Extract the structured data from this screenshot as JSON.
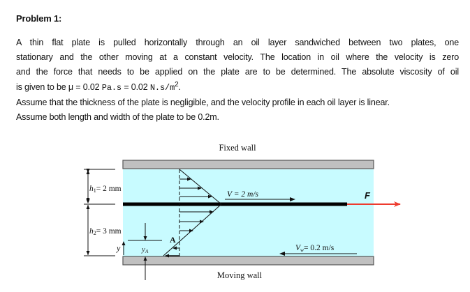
{
  "problem": {
    "title": "Problem 1:",
    "paragraph_lines": [
      "A thin flat plate is pulled horizontally through an oil layer sandwiched between two plates, one",
      "stationary and the other moving at a constant velocity. The location in oil where the velocity is zero",
      "and the force that needs to be applied on the plate are to be determined. The absolute viscosity of oil"
    ],
    "viscosity_prefix": "is given to be μ = 0.02 ",
    "viscosity_unit1": "Pa.s",
    "viscosity_mid": " = 0.02 ",
    "viscosity_unit2": "N.s/m",
    "viscosity_exp": "2",
    "viscosity_end": ".",
    "assumption_1": "Assume that the thickness of the plate is negligible, and the velocity profile in each oil layer is linear.",
    "assumption_2": "Assume both length and width of the plate to be 0.2m."
  },
  "diagram": {
    "fixed_wall_label": "Fixed wall",
    "moving_wall_label": "Moving wall",
    "h1_label": "h",
    "h1_sub": "1",
    "h1_value": "= 2 mm",
    "h2_label": "h",
    "h2_sub": "2",
    "h2_value": "= 3 mm",
    "plate_velocity_label": "V = 2 m/s",
    "wall_velocity_label_v": "V",
    "wall_velocity_sub": "w",
    "wall_velocity_value": "= 0.2 m/s",
    "force_label": "F",
    "point_label": "A",
    "y_label": "y",
    "ya_label": "y",
    "ya_sub": "A",
    "colors": {
      "oil": "#c8fbff",
      "wall": "#c0c0c0",
      "plate": "#000000",
      "force_arrow": "#ee3b2e"
    }
  }
}
